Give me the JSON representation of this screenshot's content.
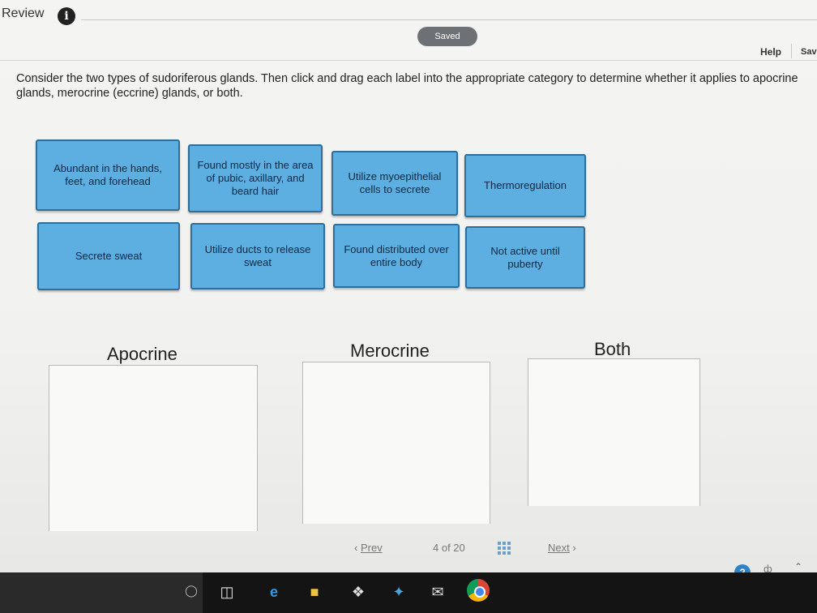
{
  "header": {
    "review_label": "Review",
    "saved_label": "Saved",
    "help_label": "Help",
    "save_label": "Sav"
  },
  "instructions": "Consider the two types of sudoriferous glands. Then click and drag each label into the appropriate category to determine whether it applies to apocrine glands, merocrine (eccrine) glands, or both.",
  "labels": [
    "Abundant in the hands, feet, and forehead",
    "Found mostly in the area of pubic, axillary, and beard hair",
    "Utilize myoepithelial cells to secrete",
    "Thermoregulation",
    "Secrete sweat",
    "Utilize ducts to release sweat",
    "Found distributed over entire body",
    "Not active until puberty"
  ],
  "categories": [
    "Apocrine",
    "Merocrine",
    "Both"
  ],
  "pager": {
    "prev_label": "Prev",
    "page_indicator": "4 of 20",
    "next_label": "Next"
  },
  "colors": {
    "card_fill": "#5dafe2",
    "card_border": "#2e6e99",
    "saved_badge": "#6d7176",
    "taskbar": "#141414"
  },
  "icons": [
    "info-icon",
    "grid-icon",
    "help-icon",
    "edge-icon",
    "dropbox-icon",
    "mail-icon",
    "chrome-icon"
  ]
}
